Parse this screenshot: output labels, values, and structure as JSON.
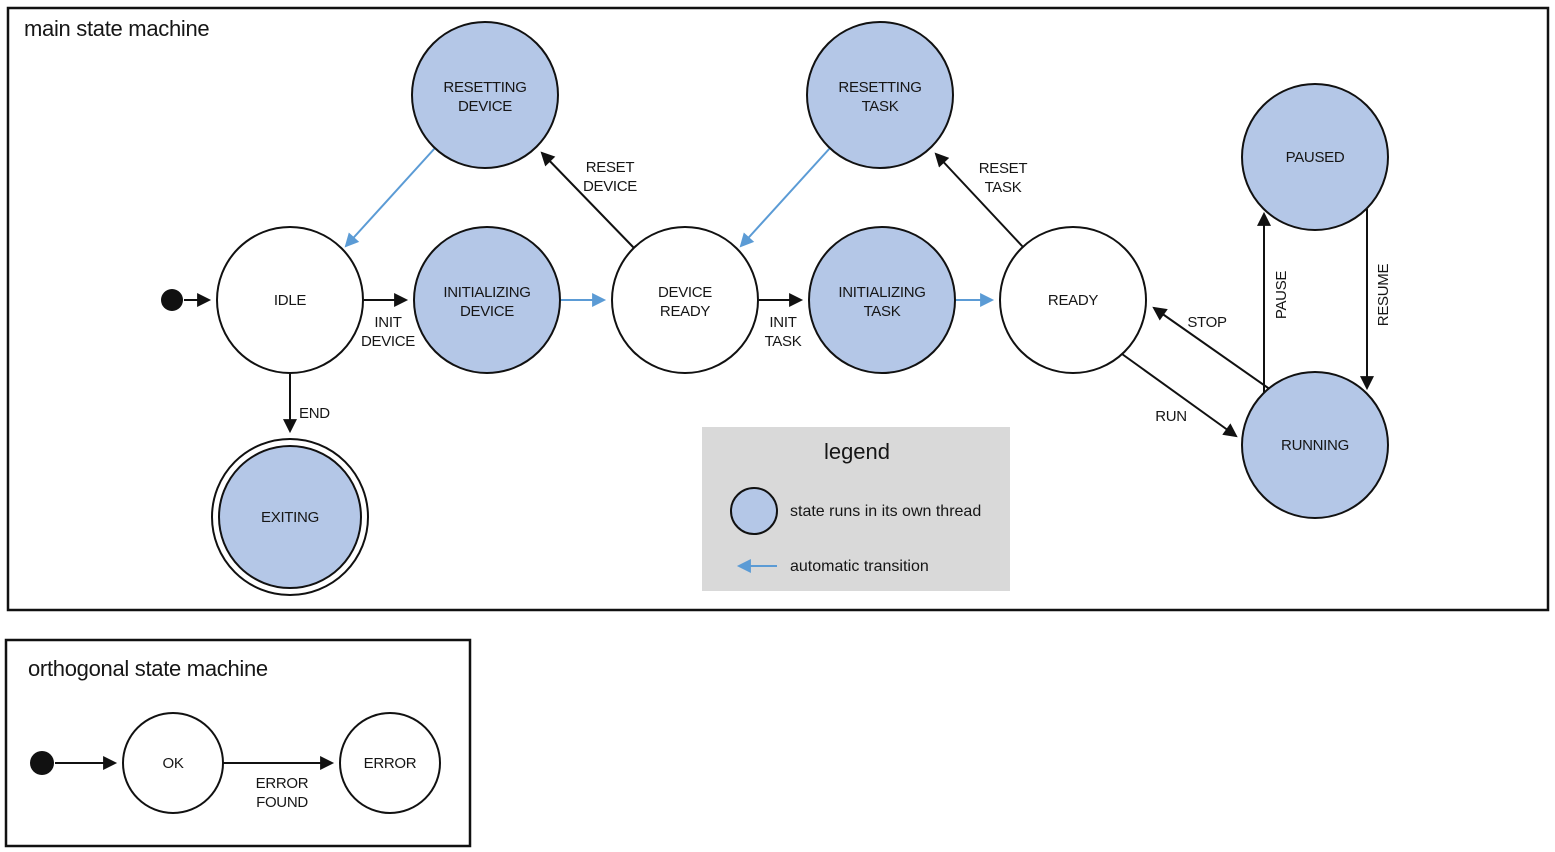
{
  "colors": {
    "state_fill": "#b4c7e7",
    "auto_transition": "#5b9bd5",
    "legend_bg": "#d9d9d9",
    "line": "#111111"
  },
  "main": {
    "title": "main state machine",
    "states": {
      "idle": {
        "label": "IDLE"
      },
      "resetting_device": {
        "line1": "RESETTING",
        "line2": "DEVICE"
      },
      "initializing_device": {
        "line1": "INITIALIZING",
        "line2": "DEVICE"
      },
      "device_ready": {
        "line1": "DEVICE",
        "line2": "READY"
      },
      "resetting_task": {
        "line1": "RESETTING",
        "line2": "TASK"
      },
      "initializing_task": {
        "line1": "INITIALIZING",
        "line2": "TASK"
      },
      "ready": {
        "label": "READY"
      },
      "paused": {
        "label": "PAUSED"
      },
      "running": {
        "label": "RUNNING"
      },
      "exiting": {
        "label": "EXITING"
      }
    },
    "transitions": {
      "init_device": {
        "line1": "INIT",
        "line2": "DEVICE"
      },
      "reset_device": {
        "line1": "RESET",
        "line2": "DEVICE"
      },
      "init_task": {
        "line1": "INIT",
        "line2": "TASK"
      },
      "reset_task": {
        "line1": "RESET",
        "line2": "TASK"
      },
      "end": {
        "label": "END"
      },
      "stop": {
        "label": "STOP"
      },
      "run": {
        "label": "RUN"
      },
      "pause": {
        "label": "PAUSE"
      },
      "resume": {
        "label": "RESUME"
      }
    }
  },
  "legend": {
    "title": "legend",
    "thread_item": "state runs in its own thread",
    "auto_item": "automatic transition"
  },
  "orthogonal": {
    "title": "orthogonal state machine",
    "states": {
      "ok": {
        "label": "OK"
      },
      "error": {
        "label": "ERROR"
      }
    },
    "transitions": {
      "error_found": {
        "line1": "ERROR",
        "line2": "FOUND"
      }
    }
  }
}
